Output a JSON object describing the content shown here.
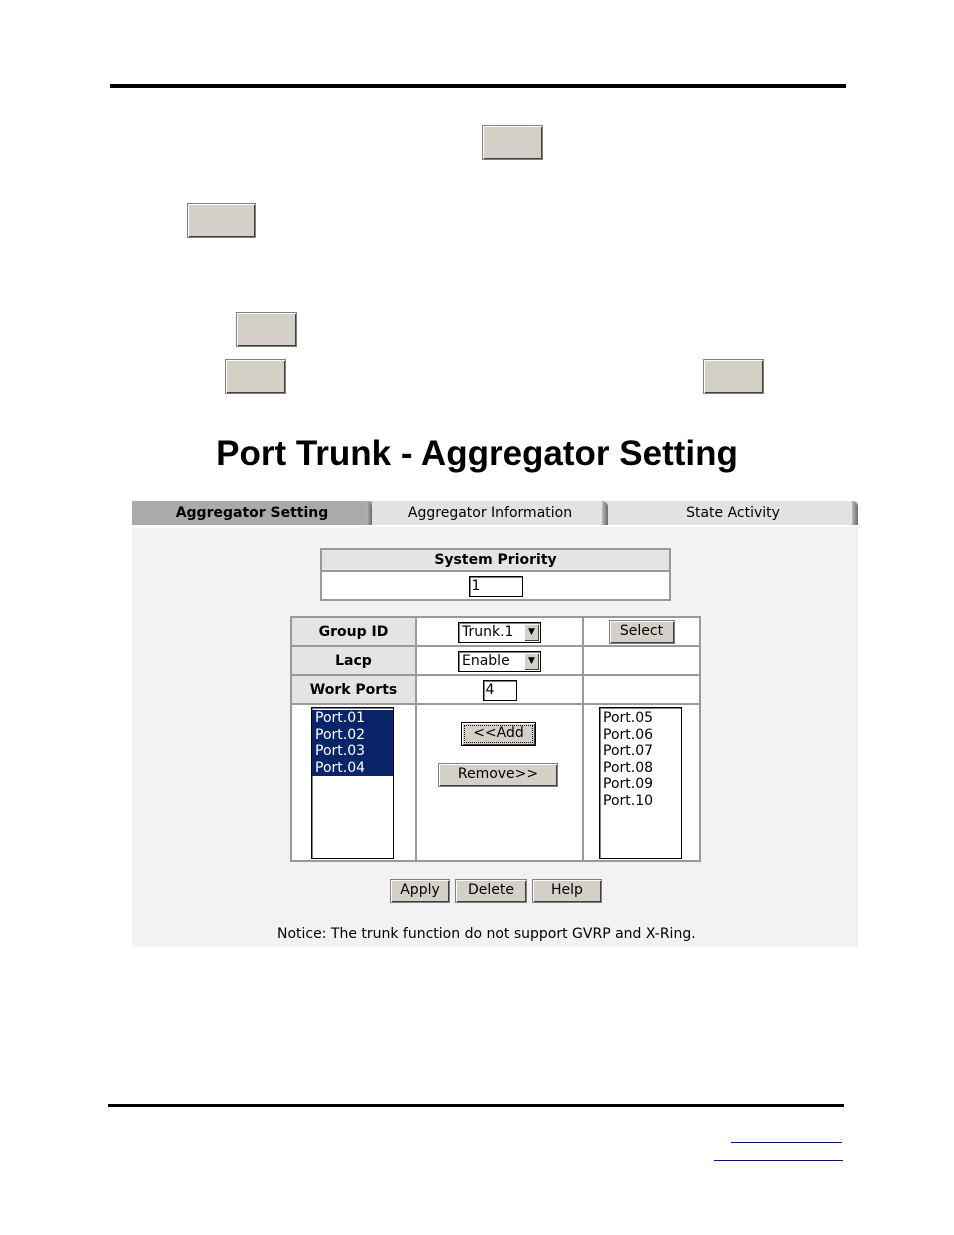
{
  "page_title": "Port Trunk - Aggregator Setting",
  "tabs": [
    {
      "label": "Aggregator Setting",
      "active": true
    },
    {
      "label": "Aggregator Information",
      "active": false
    },
    {
      "label": "State Activity",
      "active": false
    }
  ],
  "system_priority": {
    "header": "System Priority",
    "value": "1"
  },
  "form": {
    "group_id": {
      "label": "Group ID",
      "selected": "Trunk.1",
      "select_button": "Select"
    },
    "lacp": {
      "label": "Lacp",
      "selected": "Enable"
    },
    "work_ports": {
      "label": "Work Ports",
      "value": "4"
    },
    "add_button": "<<Add",
    "remove_button": "Remove>>",
    "member_ports": [
      "Port.01",
      "Port.02",
      "Port.03",
      "Port.04"
    ],
    "available_ports": [
      "Port.05",
      "Port.06",
      "Port.07",
      "Port.08",
      "Port.09",
      "Port.10"
    ]
  },
  "actions": {
    "apply": "Apply",
    "delete": "Delete",
    "help": "Help"
  },
  "notice": "Notice: The trunk function do not support GVRP and X-Ring.",
  "colors": {
    "selection": "#0a246a",
    "tab_active": "#aaaaaa",
    "tab_inactive": "#e2e2e2"
  }
}
